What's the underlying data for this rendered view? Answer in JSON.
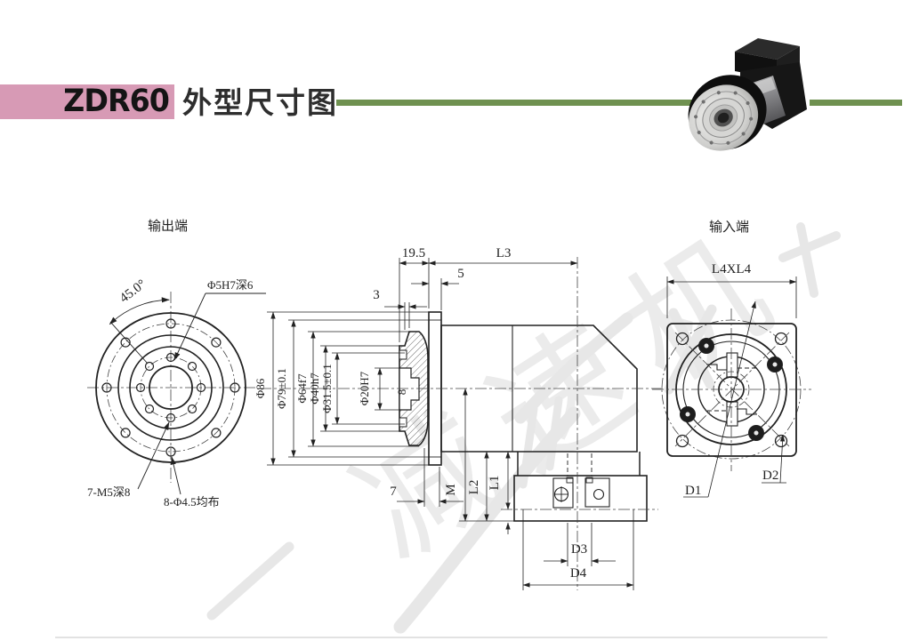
{
  "header": {
    "model": "ZDR60",
    "title": "外型尺寸图"
  },
  "views": {
    "output_view": {
      "label": "输出端",
      "angle_dim": "45.0°",
      "pin_hole": "Φ5H7深6",
      "tapped_holes": "7-M5深8",
      "through_holes": "8-Φ4.5均布"
    },
    "section_view": {
      "top_dims": [
        "19.5",
        "L3",
        "5",
        "3"
      ],
      "left_dims": [
        "Φ86",
        "Φ79±0.1",
        "Φ64f7",
        "Φ40h7",
        "Φ31.5±0.1",
        "Φ20H7"
      ],
      "keyway": "8",
      "bottom_dims": [
        "7",
        "M",
        "L2",
        "L1",
        "D3",
        "D4"
      ]
    },
    "input_view": {
      "label": "输入端",
      "square_dim": "L4XL4",
      "d1": "D1",
      "d2": "D2"
    }
  },
  "watermark": {
    "text": "减速机"
  },
  "colors": {
    "accent_pink": "#d79ab5",
    "line_green": "#6f9150",
    "line_ink": "#222222"
  }
}
